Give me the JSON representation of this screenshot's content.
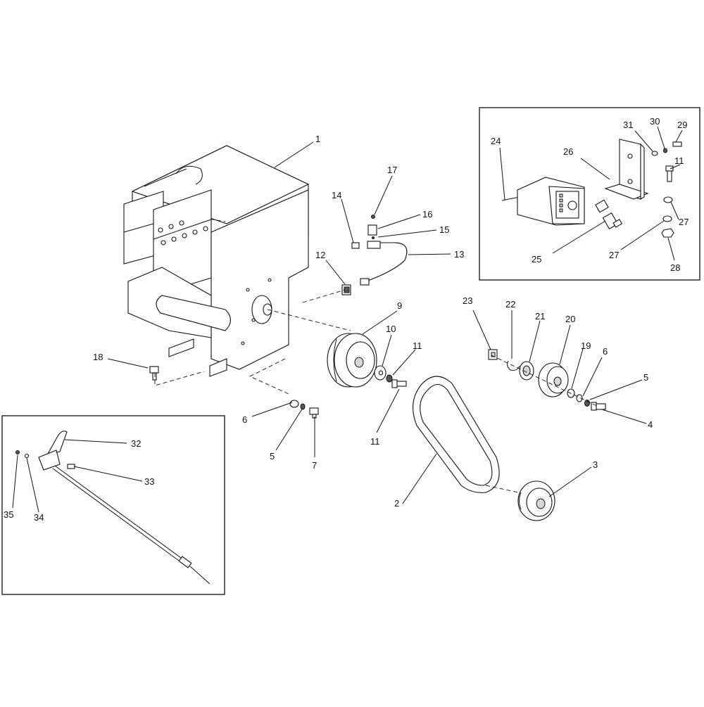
{
  "diagram": {
    "callouts": [
      {
        "id": "c1",
        "label": "1"
      },
      {
        "id": "c2",
        "label": "2"
      },
      {
        "id": "c3",
        "label": "3"
      },
      {
        "id": "c4",
        "label": "4"
      },
      {
        "id": "c5a",
        "label": "5"
      },
      {
        "id": "c5b",
        "label": "5"
      },
      {
        "id": "c6a",
        "label": "6"
      },
      {
        "id": "c6b",
        "label": "6"
      },
      {
        "id": "c7",
        "label": "7"
      },
      {
        "id": "c9",
        "label": "9"
      },
      {
        "id": "c10",
        "label": "10"
      },
      {
        "id": "c11a",
        "label": "11"
      },
      {
        "id": "c11b",
        "label": "11"
      },
      {
        "id": "c11c",
        "label": "11"
      },
      {
        "id": "c12",
        "label": "12"
      },
      {
        "id": "c13",
        "label": "13"
      },
      {
        "id": "c14",
        "label": "14"
      },
      {
        "id": "c15",
        "label": "15"
      },
      {
        "id": "c16",
        "label": "16"
      },
      {
        "id": "c17",
        "label": "17"
      },
      {
        "id": "c18",
        "label": "18"
      },
      {
        "id": "c19",
        "label": "19"
      },
      {
        "id": "c20",
        "label": "20"
      },
      {
        "id": "c21",
        "label": "21"
      },
      {
        "id": "c22",
        "label": "22"
      },
      {
        "id": "c23",
        "label": "23"
      },
      {
        "id": "c24",
        "label": "24"
      },
      {
        "id": "c25",
        "label": "25"
      },
      {
        "id": "c26",
        "label": "26"
      },
      {
        "id": "c27a",
        "label": "27"
      },
      {
        "id": "c27b",
        "label": "27"
      },
      {
        "id": "c28",
        "label": "28"
      },
      {
        "id": "c29",
        "label": "29"
      },
      {
        "id": "c30",
        "label": "30"
      },
      {
        "id": "c31",
        "label": "31"
      },
      {
        "id": "c32",
        "label": "32"
      },
      {
        "id": "c33",
        "label": "33"
      },
      {
        "id": "c34",
        "label": "34"
      },
      {
        "id": "c35",
        "label": "35"
      }
    ]
  }
}
